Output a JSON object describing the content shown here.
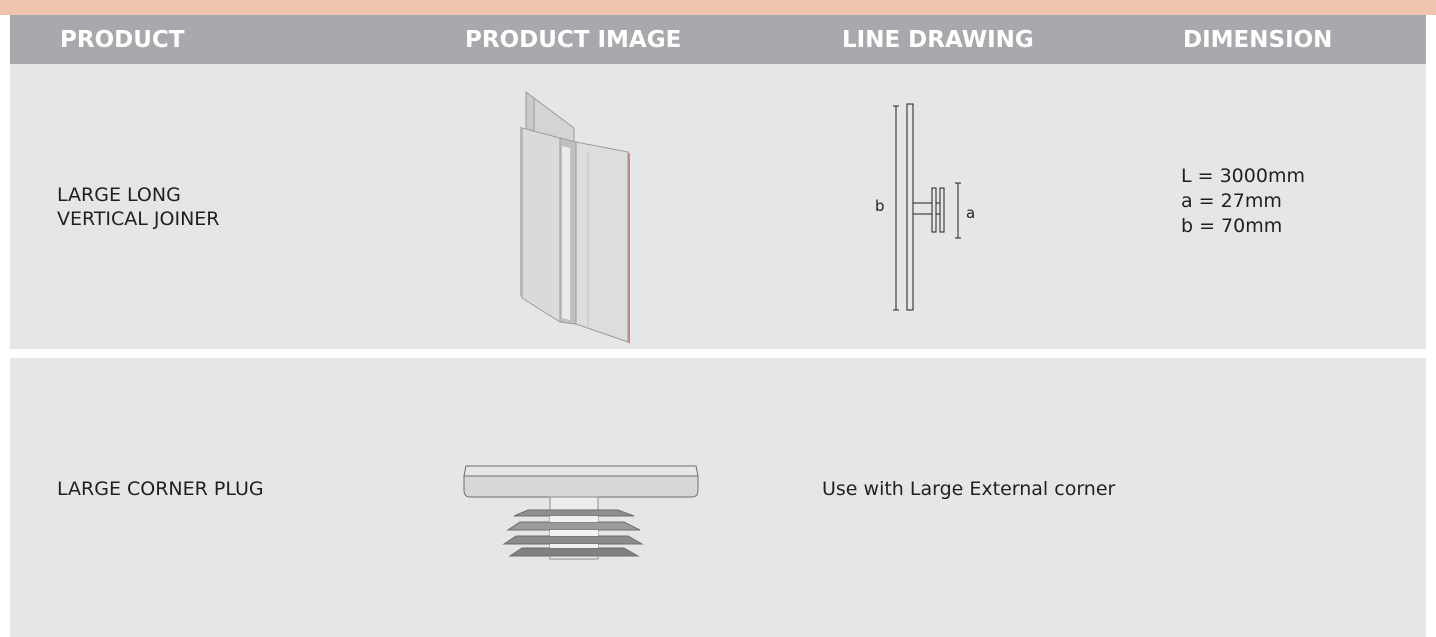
{
  "header": {
    "col_product": "PRODUCT",
    "col_image": "PRODUCT IMAGE",
    "col_line": "LINE DRAWING",
    "col_dimension": "DIMENSION"
  },
  "rows": [
    {
      "name_line1": "LARGE LONG",
      "name_line2": "VERTICAL JOINER",
      "drawing_label_b": "b",
      "drawing_label_a": "a",
      "dimensions": [
        "L = 3000mm",
        "a = 27mm",
        "b = 70mm"
      ]
    },
    {
      "name_line1": "LARGE CORNER PLUG",
      "note": "Use with Large External corner"
    }
  ],
  "colors": {
    "accent_strip": "#efc5ad",
    "header_bg": "#a8a9ac",
    "row_bg": "#e5e6e7",
    "text": "#231f20"
  }
}
